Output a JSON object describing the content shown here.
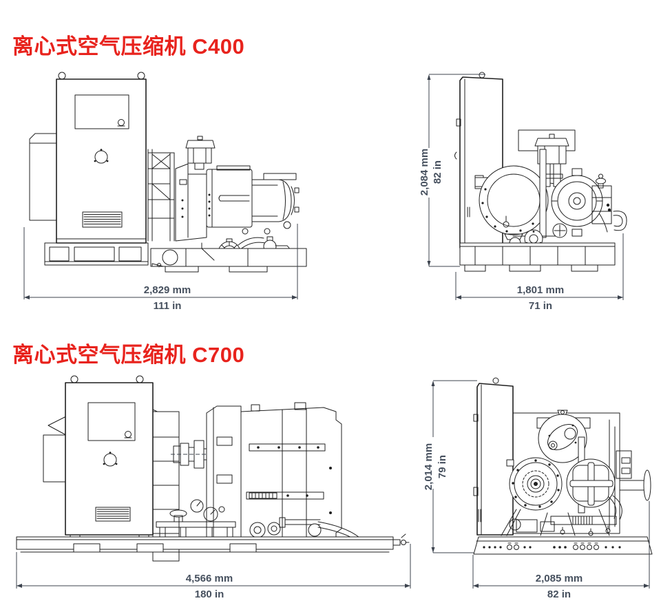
{
  "colors": {
    "background": "#ffffff",
    "title": "#e8231d",
    "line": "#1f1f1f",
    "dimension_line": "#3c434e",
    "dimension_text": "#46505e"
  },
  "c400": {
    "title": "离心式空气压缩机 C400",
    "side_view": {
      "width_mm": "2,829 mm",
      "width_in": "111 in"
    },
    "end_view": {
      "height_mm": "2,084 mm",
      "height_in": "82 in",
      "width_mm": "1,801 mm",
      "width_in": "71 in"
    }
  },
  "c700": {
    "title": "离心式空气压缩机 C700",
    "side_view": {
      "width_mm": "4,566 mm",
      "width_in": "180 in"
    },
    "end_view": {
      "height_mm": "2,014 mm",
      "height_in": "79 in",
      "width_mm": "2,085 mm",
      "width_in": "82 in"
    }
  }
}
